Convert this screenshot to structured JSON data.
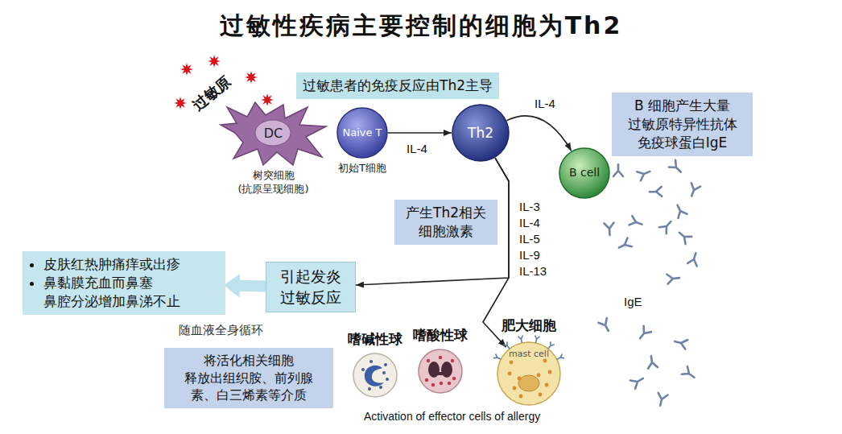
{
  "diagram": {
    "title": "过敏性疾病主要控制的细胞为Th2",
    "nodes": [
      {
        "text": [
          "DC",
          "树突细胞 (抗原呈现细胞)"
        ]
      },
      {
        "text": [
          "Naive T",
          "初始T细胞"
        ]
      },
      {
        "text": [
          "Th2"
        ]
      },
      {
        "text": [
          "B cell"
        ]
      },
      {
        "text": [
          "过敏患者的免疫反应由Th2主导"
        ]
      },
      {
        "text": [
          "B 细胞产生大量 过敏原特异性抗体 免疫球蛋白IgE"
        ]
      },
      {
        "text": [
          "产生Th2相关 细胞激素"
        ]
      },
      {
        "text": [
          "引起发炎 过敏反应"
        ]
      },
      {
        "text": [
          "皮肤红热肿痛痒或出疹",
          "鼻黏膜充血而鼻塞 鼻腔分泌增加鼻涕不止"
        ]
      },
      {
        "text": [
          "将活化相关细胞 释放出组织胺、前列腺 素、白三烯素等介质"
        ]
      },
      {
        "text": [
          "嗜碱性球"
        ]
      },
      {
        "text": [
          "嗜酸性球"
        ]
      },
      {
        "text": [
          "mast cell",
          "肥大细胞"
        ]
      }
    ],
    "edges": [
      {
        "from": 1,
        "to": 2,
        "label": "IL-4",
        "arrow": "to"
      },
      {
        "from": 2,
        "to": 3,
        "label": "IL-4",
        "arrow": "to"
      },
      {
        "from": 2,
        "to": 7,
        "arrow": "to"
      },
      {
        "from": 2,
        "to": 12,
        "arrow": "to"
      },
      {
        "from": 7,
        "to": 8,
        "arrow": "to"
      }
    ],
    "labels": [
      "过敏原",
      "IL-3",
      "IL-4",
      "IL-5",
      "IL-9",
      "IL-13",
      "IgE",
      "随血液全身循环",
      "Activation of effector cells of allergy"
    ]
  }
}
